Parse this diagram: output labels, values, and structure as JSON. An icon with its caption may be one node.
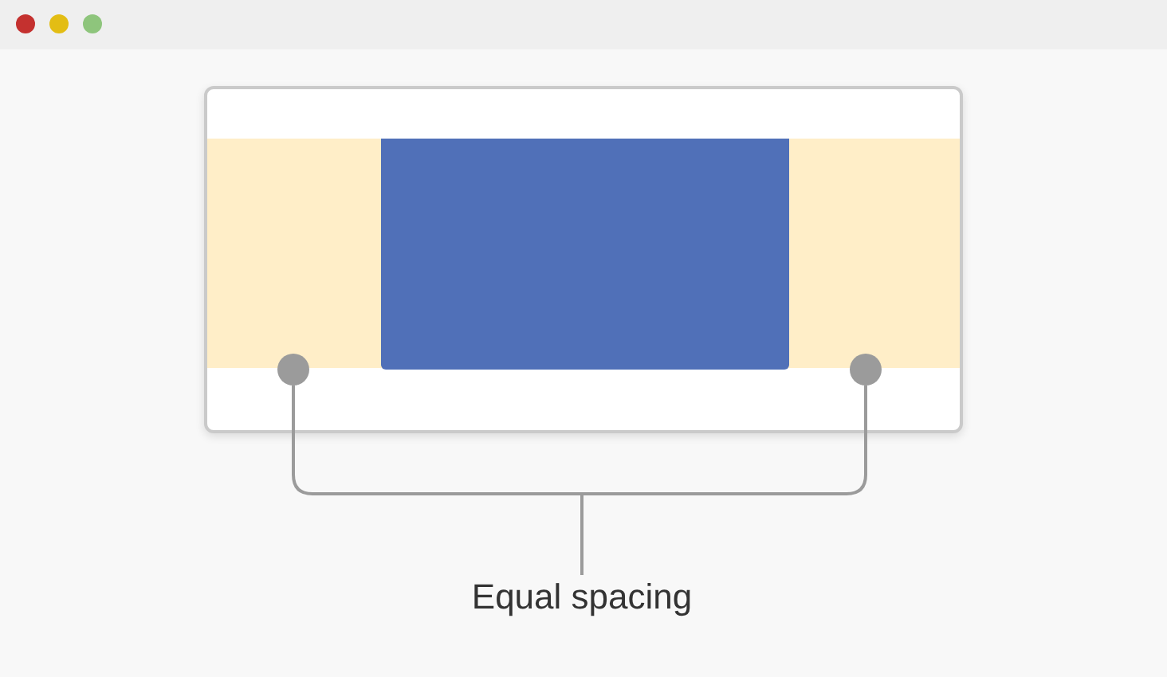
{
  "diagram": {
    "nodes": [
      {
        "text": [
          "Equal spacing"
        ]
      },
      {
        "text": [],
        "shape": "circle"
      },
      {
        "text": [],
        "shape": "circle"
      }
    ],
    "edges": [
      {
        "from": 0,
        "to": 1,
        "arrow": "none"
      },
      {
        "from": 0,
        "to": 2,
        "arrow": "none"
      }
    ]
  }
}
